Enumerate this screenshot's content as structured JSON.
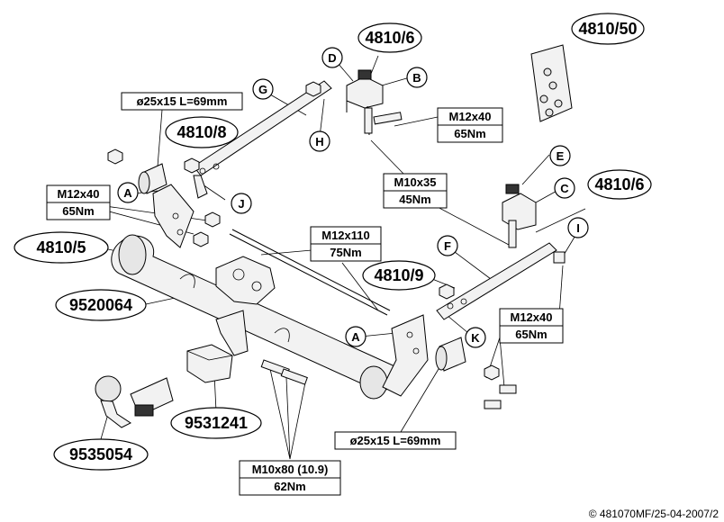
{
  "part_numbers": {
    "p4810_6_top": "4810/6",
    "p4810_50": "4810/50",
    "p4810_8": "4810/8",
    "p4810_6_right": "4810/6",
    "p4810_5": "4810/5",
    "p4810_9": "4810/9",
    "p9520064": "9520064",
    "p9531241": "9531241",
    "p9535054": "9535054"
  },
  "letters": {
    "D": "D",
    "B": "B",
    "G": "G",
    "H": "H",
    "A_left": "A",
    "J": "J",
    "E": "E",
    "C": "C",
    "I": "I",
    "F": "F",
    "K": "K",
    "A_center": "A"
  },
  "specs": {
    "tube_top": "ø25x15 L=69mm",
    "bolt_m12x40_top": {
      "size": "M12x40",
      "torque": "65Nm"
    },
    "bolt_m10x35": {
      "size": "M10x35",
      "torque": "45Nm"
    },
    "bolt_m12x40_left": {
      "size": "M12x40",
      "torque": "65Nm"
    },
    "bolt_m12x110": {
      "size": "M12x110",
      "torque": "75Nm"
    },
    "bolt_m12x40_right": {
      "size": "M12x40",
      "torque": "65Nm"
    },
    "tube_bottom": "ø25x15 L=69mm",
    "bolt_m10x80": {
      "size": "M10x80 (10.9)",
      "torque": "62Nm"
    }
  },
  "copyright": "© 481070MF/25-04-2007/2"
}
